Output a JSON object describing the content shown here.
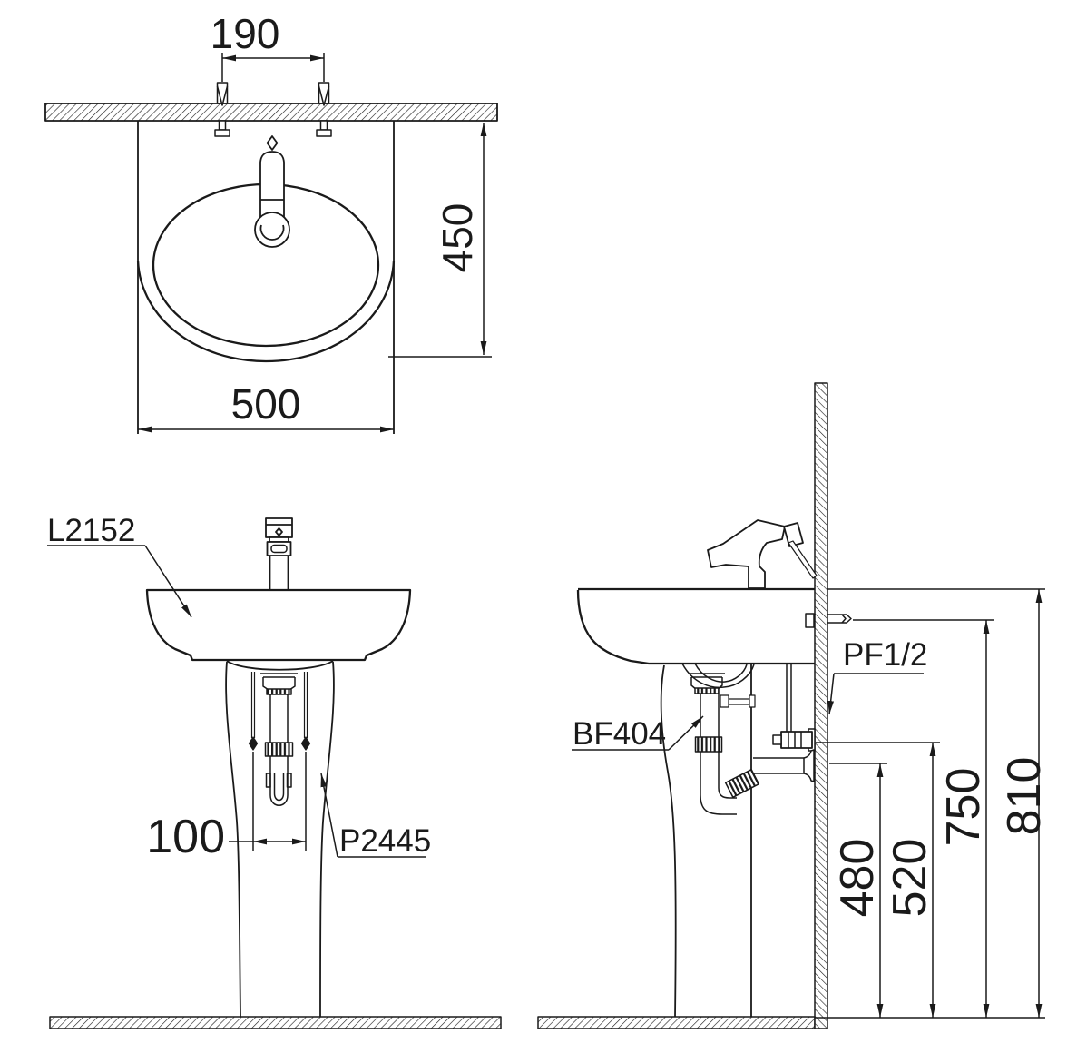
{
  "colors": {
    "background": "#ffffff",
    "line": "#1a1a1a"
  },
  "views": {
    "top": {
      "dims": {
        "faucet_hole_spacing": "190",
        "basin_depth": "450",
        "basin_width": "500"
      }
    },
    "front": {
      "labels": {
        "basin_model": "L2152",
        "pedestal_model": "P2445"
      },
      "dims": {
        "drain_bolt_spacing": "100"
      }
    },
    "side": {
      "labels": {
        "trap_model": "BF404",
        "supply_thread": "PF1/2"
      },
      "dims": {
        "drain_outlet_height": "480",
        "supply_stop_height": "520",
        "bracket_height": "750",
        "rim_height": "810"
      }
    }
  }
}
